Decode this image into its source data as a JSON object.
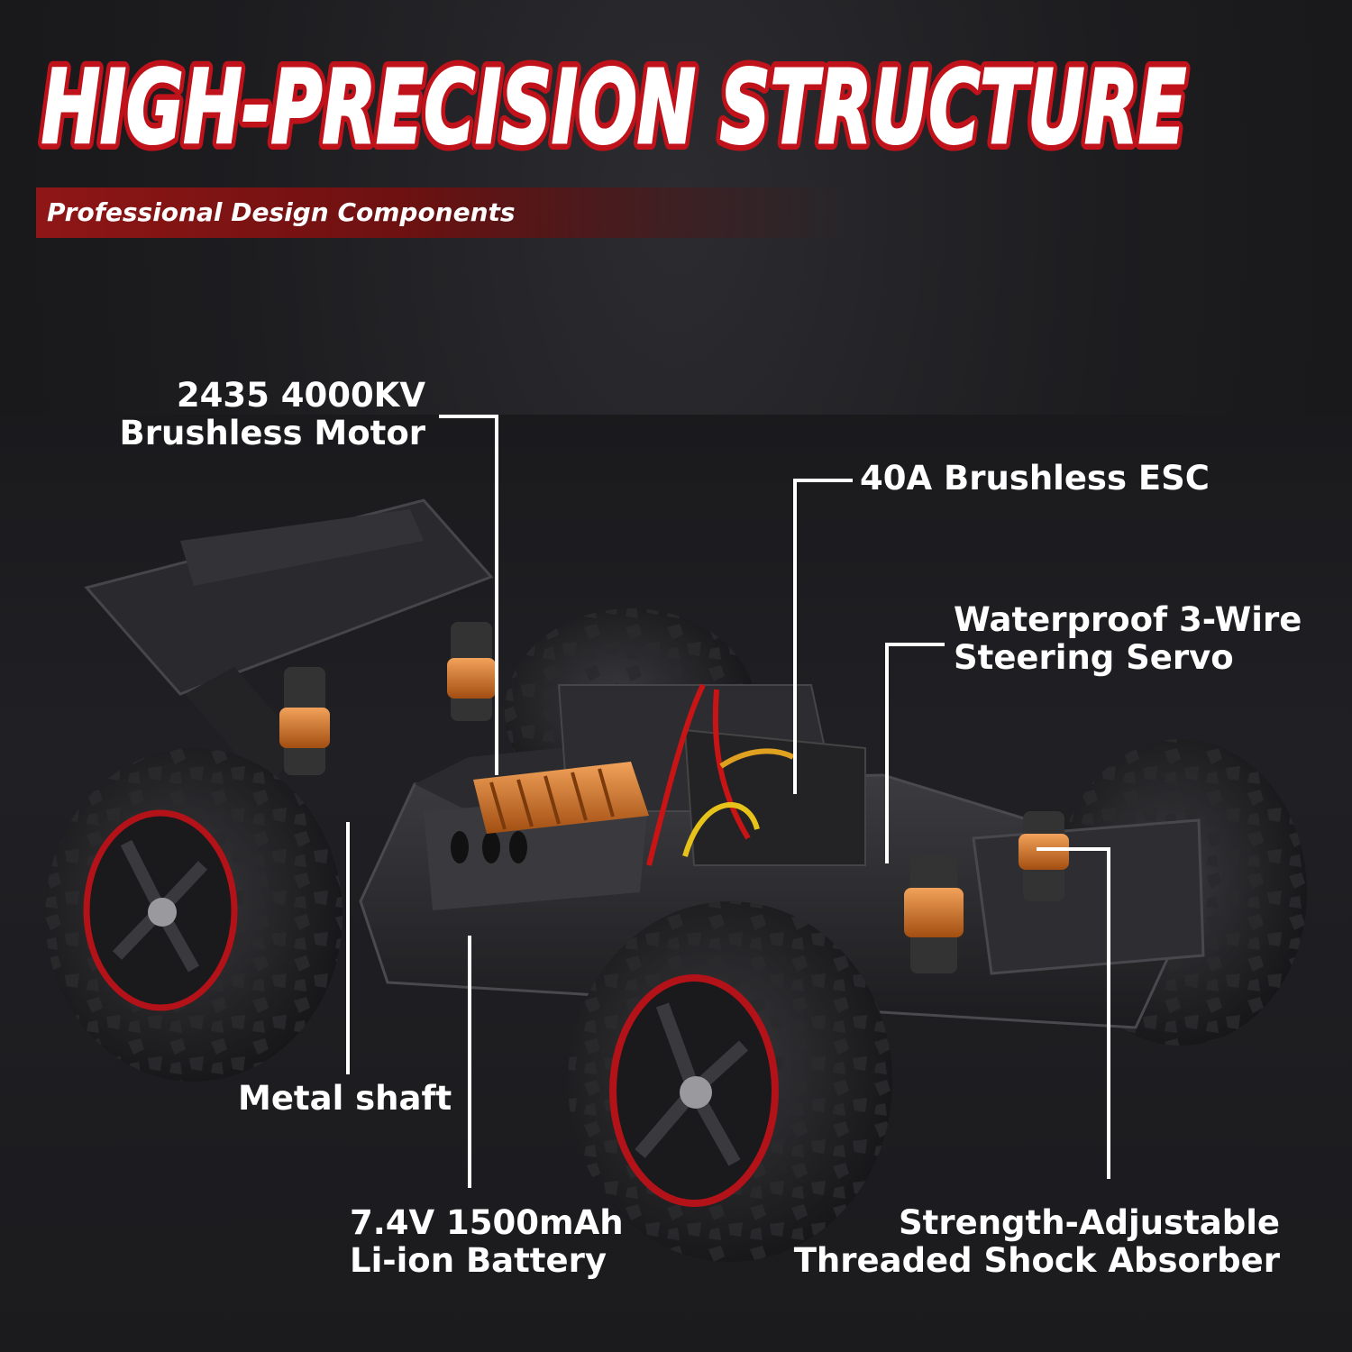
{
  "headline": "HIGH-PRECISION STRUCTURE",
  "subtitle": "Professional Design Components",
  "callouts": {
    "motor": {
      "line1": "2435 4000KV",
      "line2": "Brushless Motor"
    },
    "esc": {
      "line1": "40A Brushless ESC"
    },
    "servo": {
      "line1": "Waterproof 3-Wire",
      "line2": "Steering Servo"
    },
    "shaft": {
      "line1": "Metal shaft"
    },
    "battery": {
      "line1": "7.4V 1500mAh",
      "line2": "Li-ion Battery"
    },
    "shock": {
      "line1": "Strength-Adjustable",
      "line2": "Threaded Shock Absorber"
    }
  },
  "colors": {
    "accent": "#c0121a",
    "background": "#1a1a1c",
    "text": "#ffffff"
  }
}
